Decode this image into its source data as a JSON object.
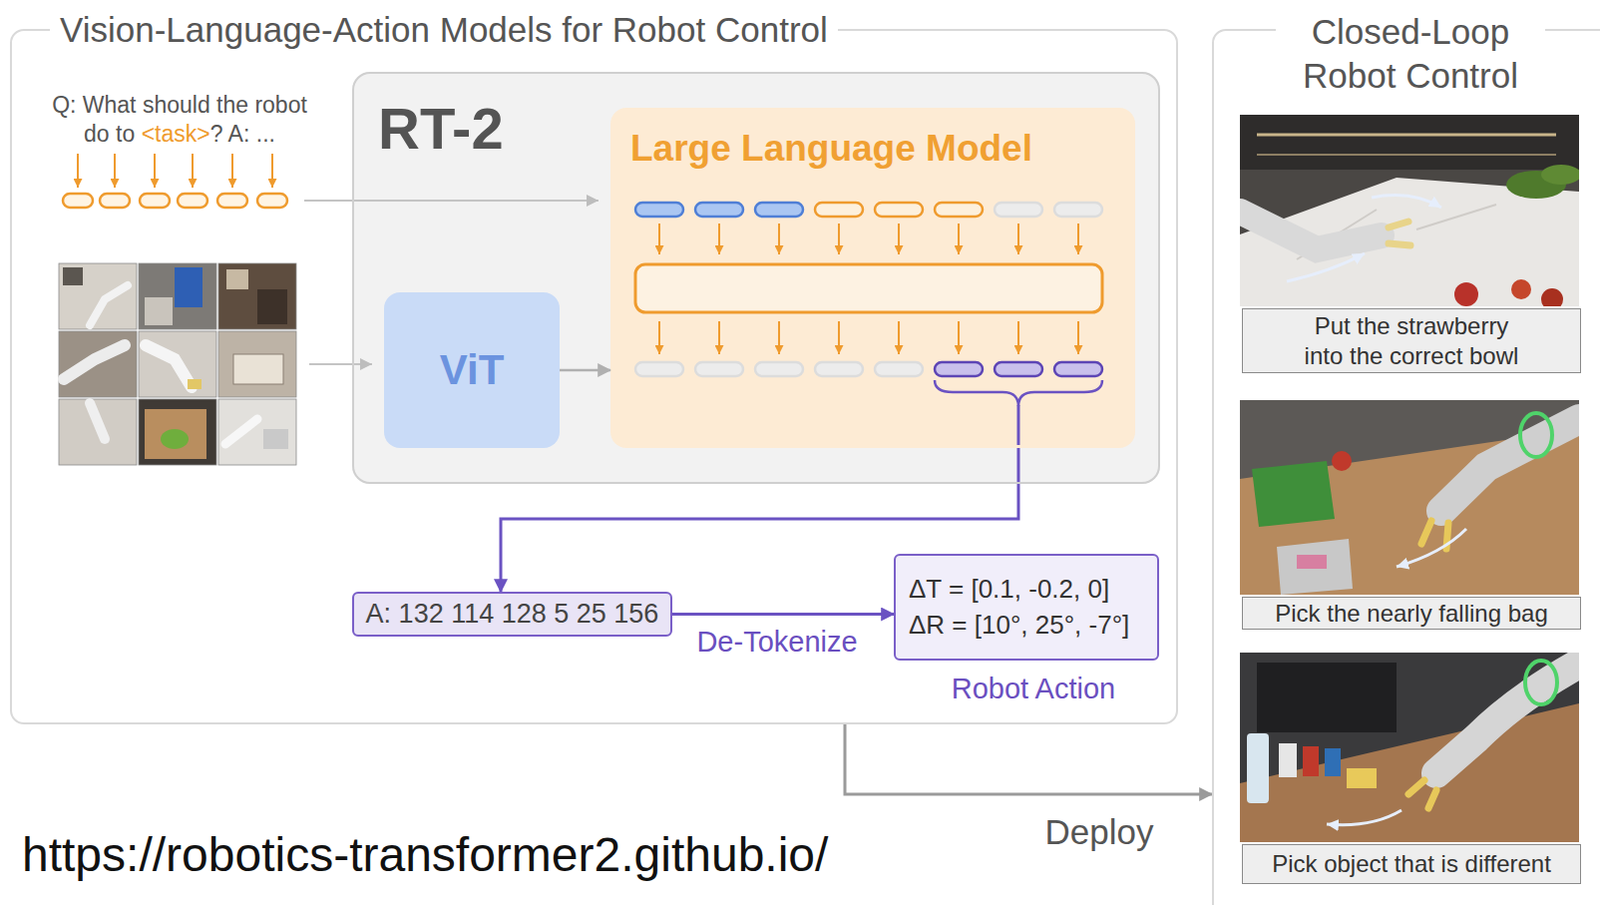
{
  "diagram": {
    "nodes": [
      {
        "text": [
          "Vision-Language-Action Models for Robot Control"
        ]
      },
      {
        "text": [
          "RT-2"
        ],
        "in": 0
      },
      {
        "text": [
          "ViT"
        ],
        "in": 1
      },
      {
        "text": [
          "Large Language Model"
        ],
        "in": 1
      },
      {
        "text": [
          "A: 132 114 128 5 25 156"
        ],
        "in": 0
      },
      {
        "text": [
          "ΔT = [0.1, -0.2, 0]",
          "ΔR = [10°, 25°, -7°]",
          "Robot Action"
        ],
        "in": 0
      },
      {
        "text": [
          "Closed-Loop Robot Control"
        ]
      },
      {
        "text": [
          "Put the strawberry into the correct bowl"
        ],
        "in": 6
      },
      {
        "text": [
          "Pick the nearly falling bag"
        ],
        "in": 6
      },
      {
        "text": [
          "Pick object that is different"
        ],
        "in": 6
      }
    ],
    "edges": [
      {
        "from": 2,
        "to": 3,
        "arrow": "to"
      },
      {
        "from": 3,
        "to": 4,
        "arrow": "to"
      },
      {
        "from": 4,
        "to": 5,
        "label": "De-Tokenize",
        "arrow": "to"
      },
      {
        "from": 0,
        "to": 6,
        "label": "Deploy",
        "arrow": "to"
      }
    ],
    "labels": [
      "Q: What should the robot",
      "do to",
      "<task>",
      "? A: ...",
      "https://robotics-transformer2.github.io/"
    ]
  }
}
